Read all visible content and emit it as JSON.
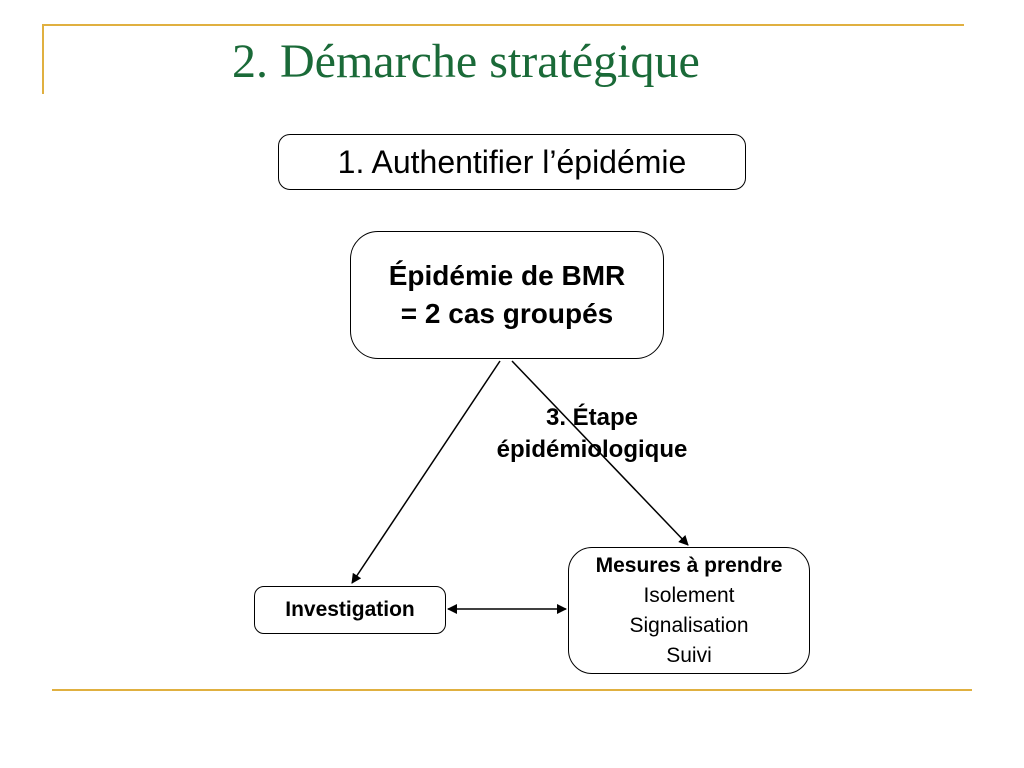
{
  "slide": {
    "title": "2. Démarche stratégique",
    "step1_label": "1. Authentifier l’épidémie",
    "step3_label_line1": "3. Étape",
    "step3_label_line2": "épidémiologique",
    "accent_color": "#e0b040",
    "title_color": "#1a6a38"
  },
  "diagram": {
    "central_node": {
      "line1": "Épidémie de BMR",
      "line2": "= 2 cas groupés"
    },
    "investigation_node": {
      "label": "Investigation"
    },
    "measures_node": {
      "heading": "Mesures à prendre",
      "items": [
        "Isolement",
        "Signalisation",
        "Suivi"
      ]
    }
  }
}
